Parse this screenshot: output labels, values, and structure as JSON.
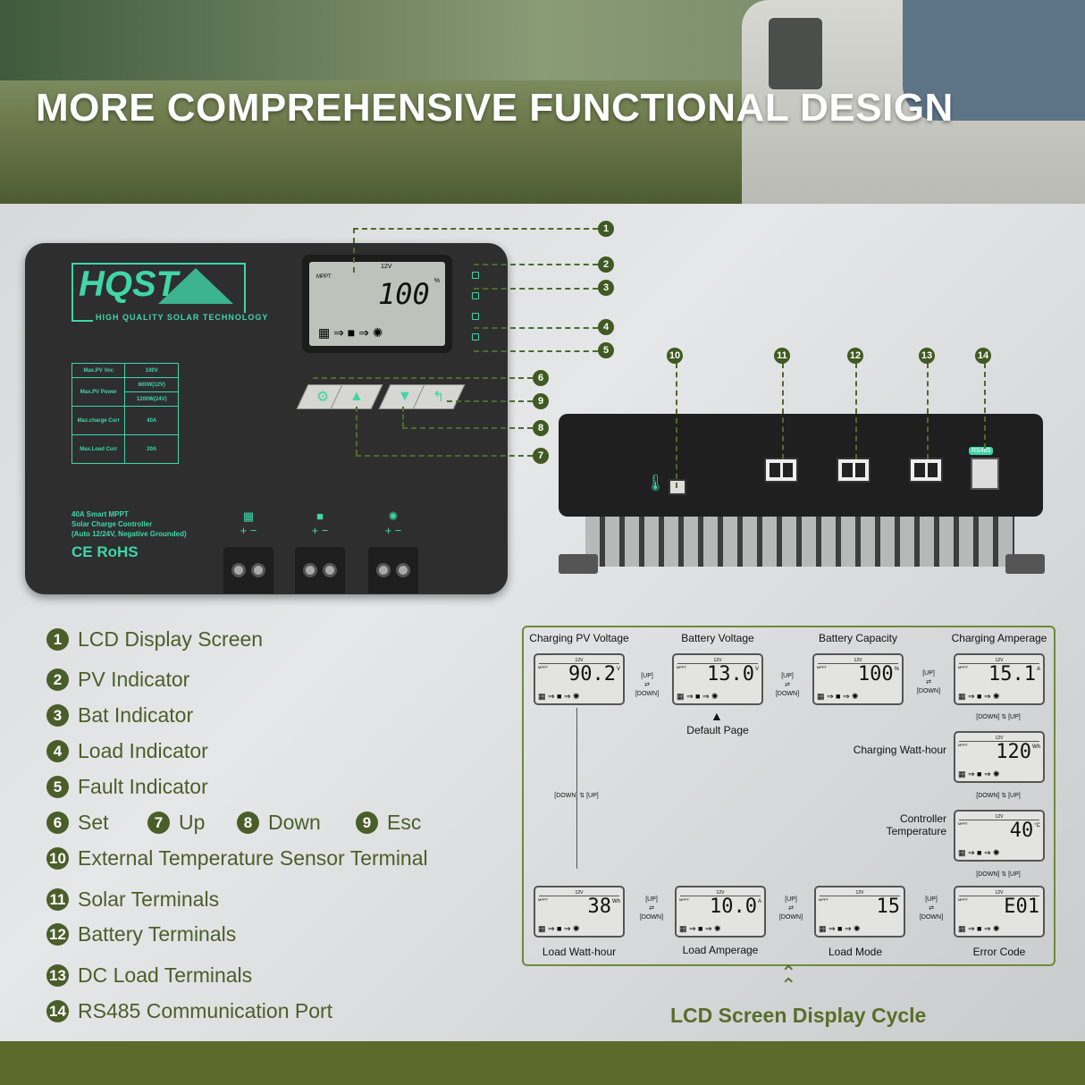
{
  "header": {
    "title": "MORE COMPREHENSIVE FUNCTIONAL DESIGN"
  },
  "controller": {
    "logo": "HQST",
    "logo_sub": "HIGH QUALITY SOLAR TECHNOLOGY",
    "specs": [
      [
        "Max.PV Voc",
        "100V"
      ],
      [
        "Max.PV Power",
        "600W(12V)",
        "1200W(24V)"
      ],
      [
        "Max.charge Curr",
        "40A"
      ],
      [
        "Max.Load Curr",
        "20A"
      ]
    ],
    "desc": [
      "40A Smart MPPT",
      "Solar Charge Controller",
      "(Auto 12/24V, Negative Grounded)"
    ],
    "cert": "CE RoHS",
    "lcd": {
      "mode": "MPPT",
      "voltage": "12V",
      "value": "100",
      "unit": "%"
    },
    "terminal_signs": "+ −",
    "accent": "#3fd6a8"
  },
  "side": {
    "port_label": "RS485"
  },
  "callouts": [
    "1",
    "2",
    "3",
    "4",
    "5",
    "6",
    "7",
    "8",
    "9",
    "10",
    "11",
    "12",
    "13",
    "14"
  ],
  "legend": [
    {
      "n": "1",
      "label": "LCD Display Screen"
    },
    {
      "n": "2",
      "label": "PV Indicator"
    },
    {
      "n": "3",
      "label": "Bat Indicator"
    },
    {
      "n": "4",
      "label": "Load Indicator"
    },
    {
      "n": "5",
      "label": "Fault Indicator"
    },
    {
      "n": "6",
      "label": "Set"
    },
    {
      "n": "7",
      "label": "Up"
    },
    {
      "n": "8",
      "label": "Down"
    },
    {
      "n": "9",
      "label": "Esc"
    },
    {
      "n": "10",
      "label": "External Temperature Sensor Terminal"
    },
    {
      "n": "11",
      "label": "Solar Terminals"
    },
    {
      "n": "12",
      "label": "Battery Terminals"
    },
    {
      "n": "13",
      "label": "DC Load Terminals"
    },
    {
      "n": "14",
      "label": "RS485 Communication Port"
    }
  ],
  "cycle": {
    "title": "LCD Screen Display Cycle",
    "default_page": "Default Page",
    "up": "[UP]",
    "down": "[DOWN]",
    "screens": [
      {
        "label": "Charging PV Voltage",
        "value": "90.2",
        "unit": "V"
      },
      {
        "label": "Battery Voltage",
        "value": "13.0",
        "unit": "V"
      },
      {
        "label": "Battery Capacity",
        "value": "100",
        "unit": "%"
      },
      {
        "label": "Charging Amperage",
        "value": "15.1",
        "unit": "A"
      },
      {
        "label": "Charging Watt-hour",
        "value": "120",
        "unit": "Wh"
      },
      {
        "label": "Controller Temperature",
        "value": "40",
        "unit": "°C"
      },
      {
        "label": "Error Code",
        "value": "E01",
        "unit": ""
      },
      {
        "label": "Load Mode",
        "value": "15",
        "unit": ""
      },
      {
        "label": "Load Amperage",
        "value": "10.0",
        "unit": "A"
      },
      {
        "label": "Load Watt-hour",
        "value": "38",
        "unit": "Wh"
      }
    ],
    "screen_mode": "MPPT",
    "screen_voltage": "12V"
  },
  "colors": {
    "footer": "#5c6a2c",
    "legend": "#4a5e2a",
    "accent": "#3fd6a8"
  }
}
